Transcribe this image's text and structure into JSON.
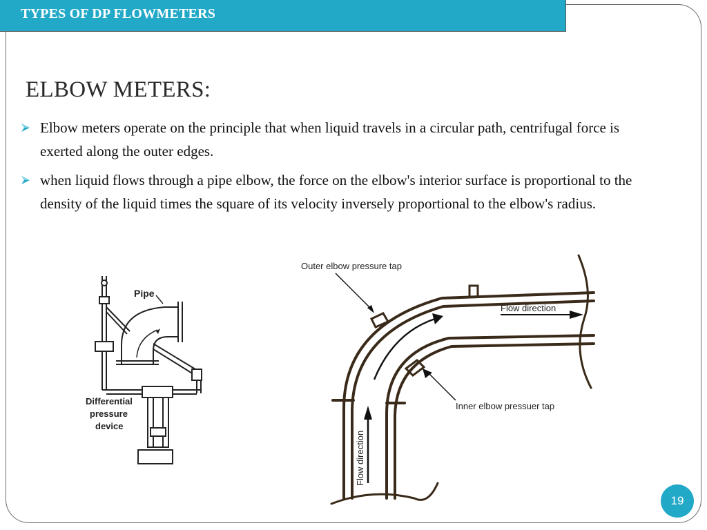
{
  "header": {
    "title": "TYPES OF DP FLOWMETERS"
  },
  "section": {
    "title": "ELBOW METERS:"
  },
  "bullets": [
    {
      "text": "Elbow meters operate on the principle that when liquid travels in a circular path, centrifugal force is exerted along the outer edges."
    },
    {
      "text": "when liquid flows through a pipe elbow, the force on the elbow's interior surface is proportional to the density of the liquid times the square of its velocity inversely proportional to the elbow's radius."
    }
  ],
  "diagram_left": {
    "pipe_label": "Pipe",
    "device_label_1": "Differential",
    "device_label_2": "pressure",
    "device_label_3": "device"
  },
  "diagram_right": {
    "outer_tap_label": "Outer elbow pressure tap",
    "inner_tap_label": "Inner elbow pressuer tap",
    "flow_direction_horizontal": "Flow direction",
    "flow_direction_vertical": "Flow direction"
  },
  "page": {
    "number": "19"
  },
  "colors": {
    "accent": "#23a9c8",
    "bullet": "#23a9c8"
  },
  "icons": {
    "bullet": "arrowhead-bullet-icon"
  }
}
